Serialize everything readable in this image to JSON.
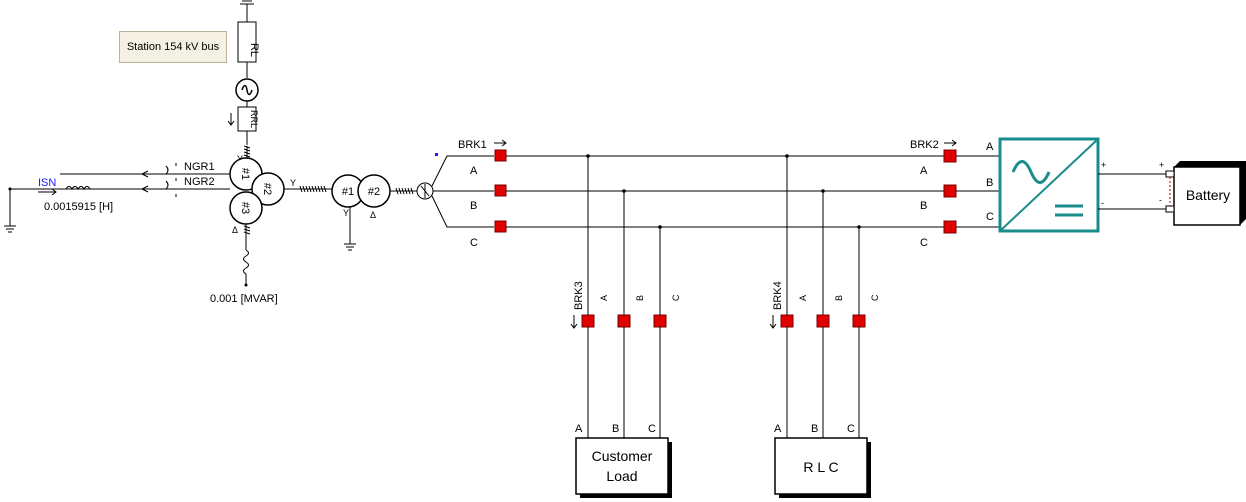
{
  "station_note": "Station 154 kV bus",
  "source": {
    "rl_label": "RL",
    "rrl_label": "RRL"
  },
  "grounding": {
    "ngr1": "NGR1",
    "ngr2": "NGR2",
    "isn": "ISN",
    "inductance": "0.0015915 [H]",
    "reactive": "0.001 [MVAR]"
  },
  "transformer": {
    "w1": "#1",
    "w2": "#2",
    "w3": "#3",
    "t2_w1": "#1",
    "t2_w2": "#2"
  },
  "breakers": {
    "brk1": "BRK1",
    "brk2": "BRK2",
    "brk3": "BRK3",
    "brk4": "BRK4"
  },
  "phases": {
    "a": "A",
    "b": "B",
    "c": "C"
  },
  "battery": {
    "label": "Battery",
    "plus": "+",
    "minus": "-"
  },
  "loads": {
    "customer_line1": "Customer",
    "customer_line2": "Load",
    "rlc": "R L C"
  },
  "colors": {
    "breaker": "#e00000",
    "converter": "#1a8c8c",
    "link_text": "#1a1aff"
  }
}
